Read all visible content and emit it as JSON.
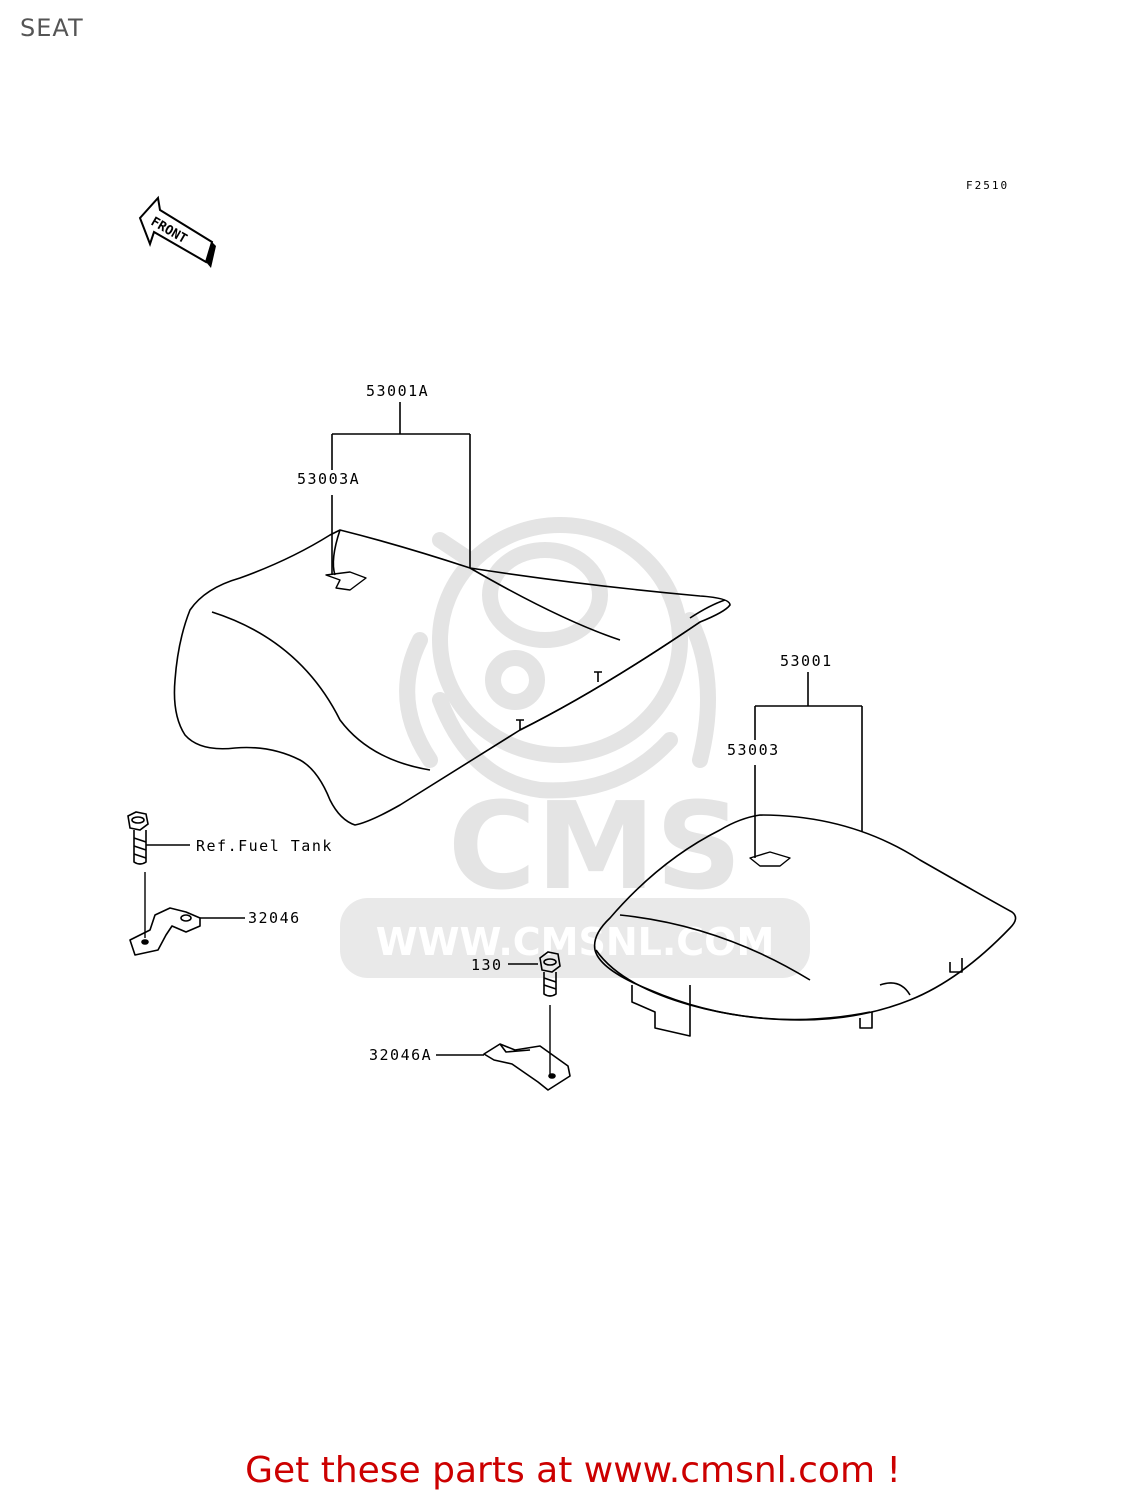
{
  "page": {
    "title": "SEAT"
  },
  "diagram": {
    "figure_code": "F2510",
    "front_marker": "FRONT",
    "labels": {
      "p53001A": "53001A",
      "p53003A": "53003A",
      "p53001": "53001",
      "p53003": "53003",
      "ref_fuel_tank": "Ref.Fuel Tank",
      "p32046": "32046",
      "p130": "130",
      "p32046A": "32046A"
    }
  },
  "watermark": {
    "brand": "CMS",
    "url": "WWW.CMSNL.COM"
  },
  "footer": {
    "cta": "Get these parts at www.cmsnl.com !"
  },
  "colors": {
    "title": "#555555",
    "cta": "#cc0000",
    "watermark": "#e6e6e6"
  }
}
